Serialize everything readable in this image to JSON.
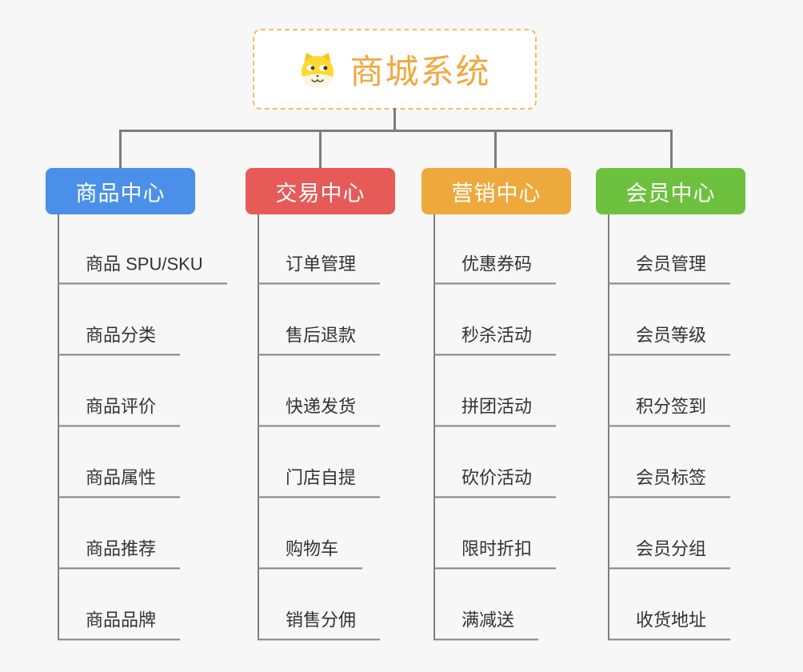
{
  "page": {
    "background_color": "#f7f7f7",
    "connector_color": "#7d7d7d",
    "item_text_color": "#333333"
  },
  "root": {
    "label": "商城系统",
    "icon": "doge-icon",
    "text_color": "#f0a83e",
    "border_color": "#f3bb64"
  },
  "branches": [
    {
      "label": "商品中心",
      "color": "#4a90e8",
      "items": [
        "商品 SPU/SKU",
        "商品分类",
        "商品评价",
        "商品属性",
        "商品推荐",
        "商品品牌"
      ]
    },
    {
      "label": "交易中心",
      "color": "#e65b58",
      "items": [
        "订单管理",
        "售后退款",
        "快递发货",
        "门店自提",
        "购物车",
        "销售分佣"
      ]
    },
    {
      "label": "营销中心",
      "color": "#eda93c",
      "items": [
        "优惠券码",
        "秒杀活动",
        "拼团活动",
        "砍价活动",
        "限时折扣",
        "满减送"
      ]
    },
    {
      "label": "会员中心",
      "color": "#6ec13e",
      "items": [
        "会员管理",
        "会员等级",
        "积分签到",
        "会员标签",
        "会员分组",
        "收货地址"
      ]
    }
  ]
}
